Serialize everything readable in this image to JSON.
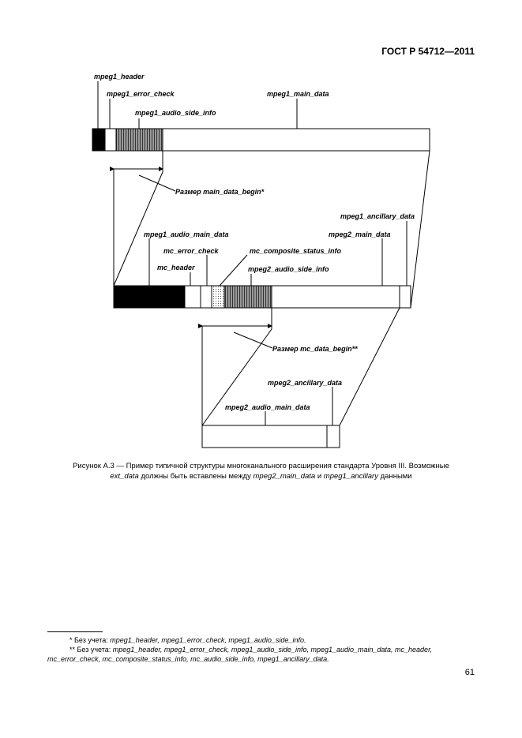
{
  "header": {
    "standard": "ГОСТ Р 54712—2011"
  },
  "figure": {
    "level1_labels": {
      "mpeg1_header": "mpeg1_header",
      "mpeg1_error_check": "mpeg1_error_check",
      "mpeg1_audio_side_info": "mpeg1_audio_side_info",
      "mpeg1_main_data": "mpeg1_main_data",
      "size_main_data_begin": "Размер main_data_begin*"
    },
    "level2_labels": {
      "mpeg1_ancillary_data": "mpeg1_ancillary_data",
      "mpeg1_audio_main_data": "mpeg1_audio_main_data",
      "mpeg2_main_data": "mpeg2_main_data",
      "mc_error_check": "mc_error_check",
      "mc_composite_status_info": "mc_composite_status_info",
      "mc_header": "mc_header",
      "mpeg2_audio_side_info": "mpeg2_audio_side_info",
      "size_mc_data_begin": "Размер mc_data_begin**"
    },
    "level3_labels": {
      "mpeg2_ancillary_data": "mpeg2_ancillary_data",
      "mpeg2_audio_main_data": "mpeg2_audio_main_data"
    }
  },
  "caption": {
    "line1": "Рисунок А.3 — Пример типичной структуры многоканального расширения стандарта Уровня III. Возможные",
    "ext_data": "ext_data",
    "mid1": " должны быть вставлены между ",
    "mpeg2_main_data": "mpeg2_main_data",
    "mid2": " и ",
    "mpeg1_ancillary": "mpeg1_ancillary",
    "end": " данными"
  },
  "footnotes": {
    "fn1_lead": "* Без учета: ",
    "fn1_text": "mpeg1_header, mpeg1_error_check, mpeg1_audio_side_info.",
    "fn2_lead": "** Без учета: ",
    "fn2_text": "mpeg1_header, mpeg1_error_check, mpeg1_audio_side_info, mpeg1_audio_main_data, mc_header, mc_error_check, mc_composite_status_info, mc_audio_side_info, mpeg1_ancillary_data."
  },
  "page_number": "61"
}
